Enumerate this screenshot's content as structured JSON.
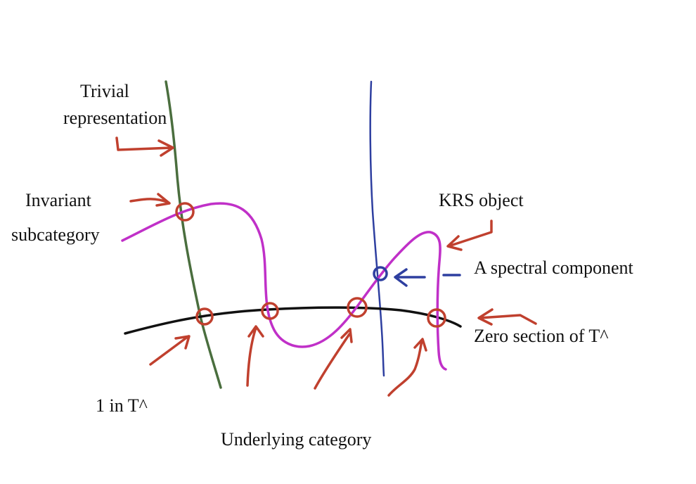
{
  "labels": {
    "trivial_line1": "Trivial",
    "trivial_line2": "representation",
    "invariant_line1": "Invariant",
    "invariant_line2": "subcategory",
    "krs_object": "KRS object",
    "spectral_component": "A spectral component",
    "zero_section": "Zero section of T^",
    "one_in_t": "1 in T^",
    "underlying_category": "Underlying category"
  },
  "colors": {
    "trivial_curve": "#4a6e3e",
    "spectral_curve": "#2e3fa0",
    "krs_curve": "#c030c8",
    "zero_section_curve": "#111111",
    "arrows_and_marks": "#c0402e",
    "spectral_mark": "#2e3fa0"
  }
}
